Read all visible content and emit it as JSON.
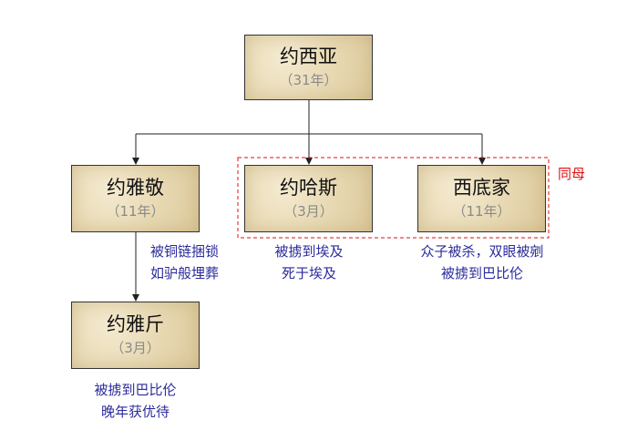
{
  "nodes": {
    "josiah": {
      "name": "约西亚",
      "reign": "（31年）"
    },
    "jehoiakim": {
      "name": "约雅敬",
      "reign": "（11年）"
    },
    "jehoahaz": {
      "name": "约哈斯",
      "reign": "（3月）"
    },
    "zedekiah": {
      "name": "西底家",
      "reign": "（11年）"
    },
    "jehoiachin": {
      "name": "约雅斤",
      "reign": "（3月）"
    }
  },
  "notes": {
    "jehoiakim": [
      "被铜链捆锁",
      "如驴般埋葬"
    ],
    "jehoahaz": [
      "被掳到埃及",
      "死于埃及"
    ],
    "zedekiah": [
      "众子被杀，双眼被剜",
      "被掳到巴比伦"
    ],
    "jehoiachin": [
      "被掳到巴比伦",
      "晚年获优待"
    ]
  },
  "same_mother_label": "同母",
  "colors": {
    "note": "#2b2b9c",
    "group_border": "#e01010",
    "sub": "#8a8a8a"
  }
}
